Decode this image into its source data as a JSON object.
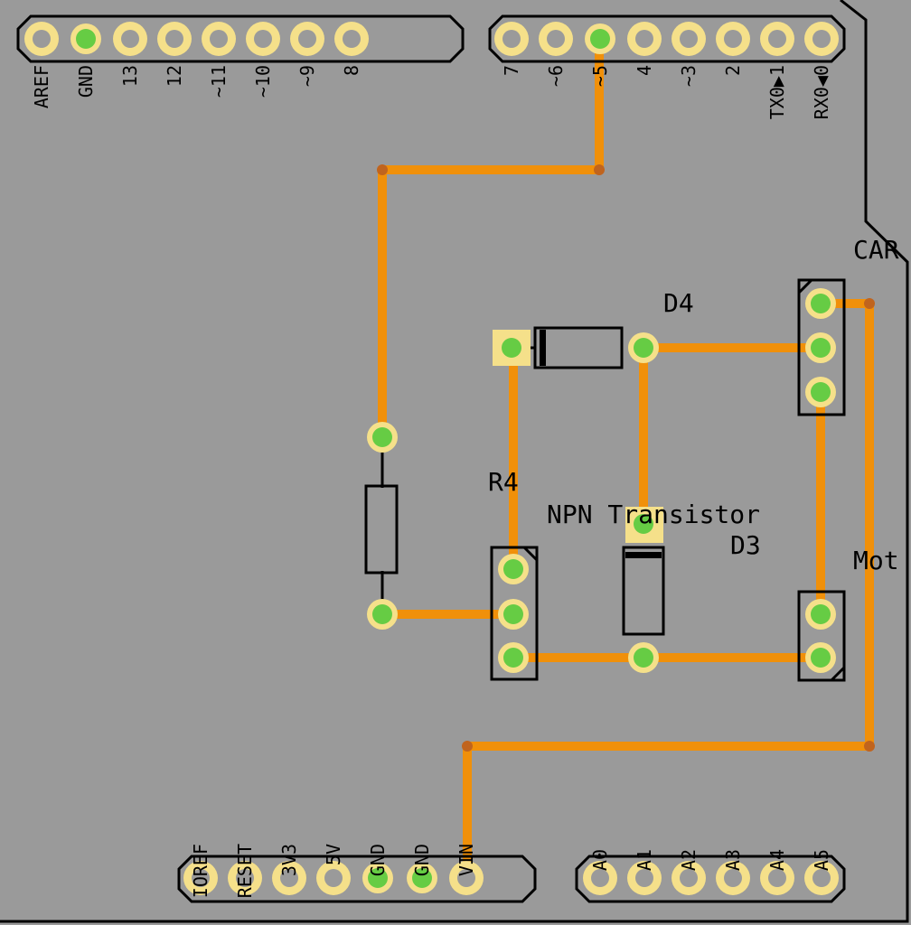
{
  "colors": {
    "board": "#9a9a9a",
    "trace": "#f0900a",
    "pad_ring": "#f5e08a",
    "pad_active": "#66cc44",
    "silkscreen": "#000000"
  },
  "header_top_left": [
    "AREF",
    "GND",
    "13",
    "12",
    "~11",
    "~10",
    "~9",
    "8"
  ],
  "header_top_right": [
    "7",
    "~6",
    "~5",
    "4",
    "~3",
    "2",
    "TX0▶1",
    "RX0◀0"
  ],
  "header_bottom_power": [
    "IOREF",
    "RESET",
    "3V3",
    "5V",
    "GND",
    "GND",
    "VIN"
  ],
  "header_bottom_analog": [
    "A0",
    "A1",
    "A2",
    "A3",
    "A4",
    "A5"
  ],
  "components": {
    "diode_top": "D4",
    "resistor": "R4",
    "transistor": "NPN Transistor",
    "diode_mid": "D3",
    "connector_top": "CAR",
    "connector_bottom": "Mot"
  }
}
